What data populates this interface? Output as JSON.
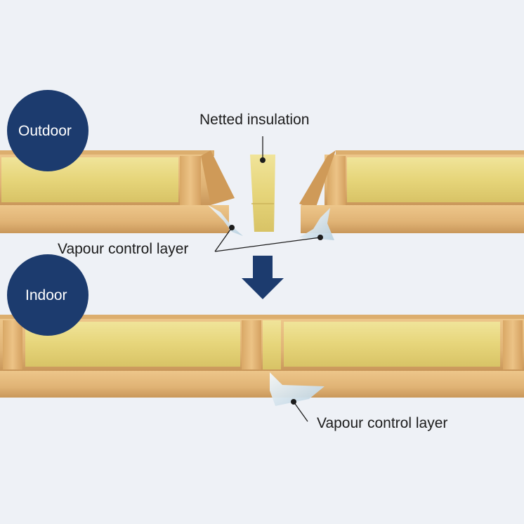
{
  "labels": {
    "outdoor": "Outdoor",
    "indoor": "Indoor",
    "netted_insulation": "Netted insulation",
    "vapour_control_layer_top": "Vapour control layer",
    "vapour_control_layer_bottom": "Vapour control layer"
  },
  "colors": {
    "background": "#eef1f6",
    "badge": "#1c3b6e",
    "arrow": "#1c3b6e",
    "wood": "#e3b978",
    "wood_dark": "#c89352",
    "insulation": "#e6d77a",
    "insulation_light": "#f1e7a2",
    "membrane": "#c7dde9",
    "leader": "#1c1c1c"
  }
}
